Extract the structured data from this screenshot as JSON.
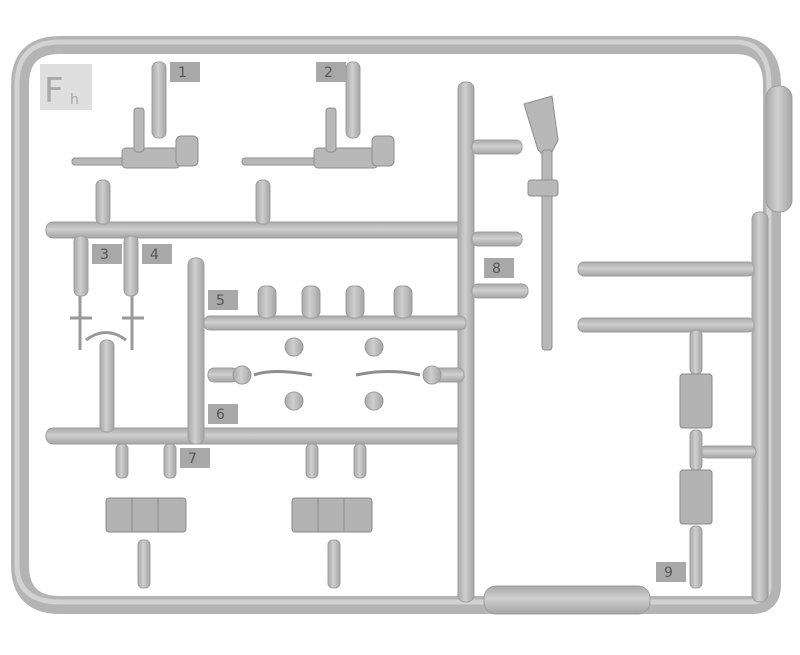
{
  "photo": {
    "subject": "plastic model kit sprue F",
    "sprue_letter": "F",
    "sprue_subletter": "h",
    "part_numbers": [
      "1",
      "2",
      "3",
      "4",
      "5",
      "6",
      "7",
      "8",
      "9"
    ],
    "colors": {
      "plastic": "#bdbdbd",
      "plastic_shade": "#a9a9a9",
      "plastic_light": "#d0d0d0",
      "background": "#ffffff"
    }
  }
}
